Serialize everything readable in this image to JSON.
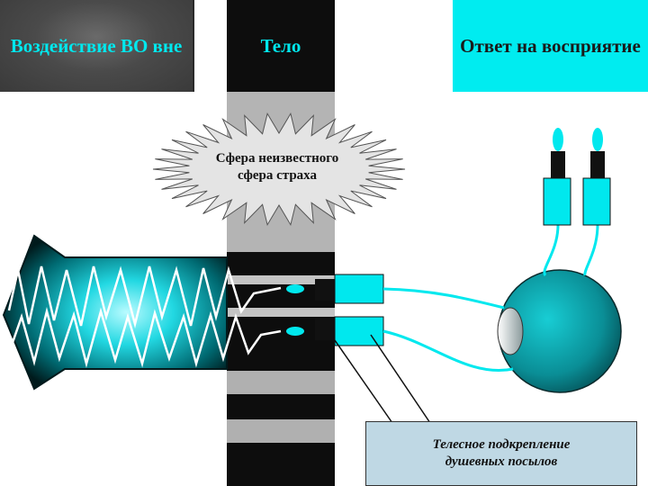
{
  "labels": {
    "outer": "Воздействие ВО вне",
    "body": "Тело",
    "response": "Ответ на восприятие",
    "fear_line1": "Сфера неизвестного",
    "fear_line2": "сфера страха",
    "note_line1": "Телесное подкрепление",
    "note_line2": "душевных посылов"
  },
  "colors": {
    "cyan": "#00e8ee",
    "dark": "#0d0d0d",
    "gray": "#3c3c3c",
    "note_bg": "#bfd8e4"
  },
  "icons": [
    "arrow-left-icon",
    "eye-icon",
    "plug-icon",
    "spark-icon"
  ]
}
